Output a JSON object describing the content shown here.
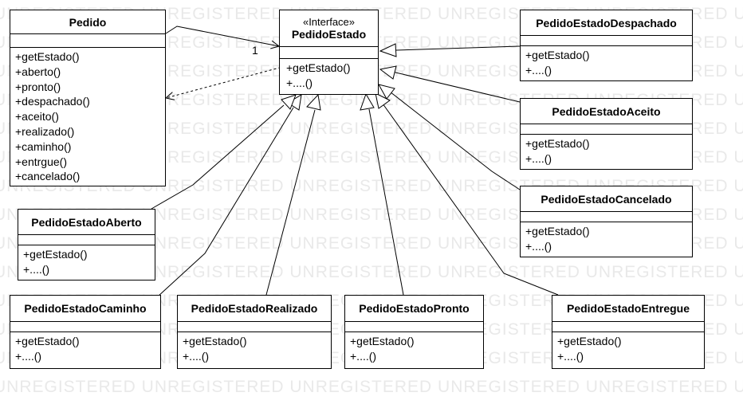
{
  "watermark": "UNREGISTERED",
  "classes": {
    "pedido": {
      "name": "Pedido",
      "operations": [
        "+getEstado()",
        "+aberto()",
        "+pronto()",
        "+despachado()",
        "+aceito()",
        "+realizado()",
        "+caminho()",
        "+entrgue()",
        "+cancelado()"
      ]
    },
    "pedido_estado": {
      "stereotype": "«Interface»",
      "name": "PedidoEstado",
      "operations": [
        "+getEstado()",
        "+....()"
      ]
    },
    "despachado": {
      "name": "PedidoEstadoDespachado",
      "operations": [
        "+getEstado()",
        "+....()"
      ]
    },
    "aceito": {
      "name": "PedidoEstadoAceito",
      "operations": [
        "+getEstado()",
        "+....()"
      ]
    },
    "cancelado": {
      "name": "PedidoEstadoCancelado",
      "operations": [
        "+getEstado()",
        "+....()"
      ]
    },
    "aberto": {
      "name": "PedidoEstadoAberto",
      "operations": [
        "+getEstado()",
        "+....()"
      ]
    },
    "caminho": {
      "name": "PedidoEstadoCaminho",
      "operations": [
        "+getEstado()",
        "+....()"
      ]
    },
    "realizado": {
      "name": "PedidoEstadoRealizado",
      "operations": [
        "+getEstado()",
        "+....()"
      ]
    },
    "pronto": {
      "name": "PedidoEstadoPronto",
      "operations": [
        "+getEstado()",
        "+....()"
      ]
    },
    "entregue": {
      "name": "PedidoEstadoEntregue",
      "operations": [
        "+getEstado()",
        "+....()"
      ]
    }
  },
  "association": {
    "multiplicity": "1"
  }
}
